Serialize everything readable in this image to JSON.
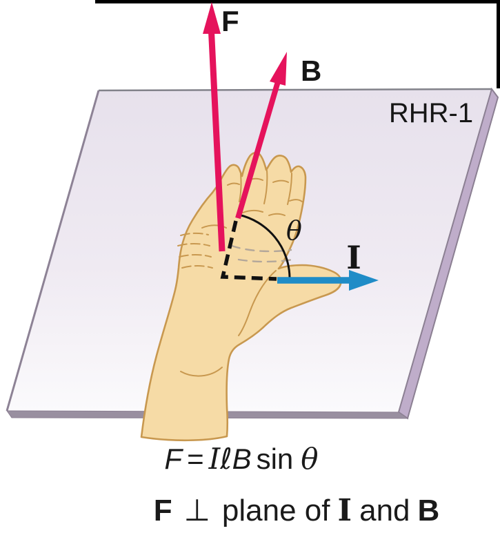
{
  "figure": {
    "plane_label": "RHR-1",
    "vector_labels": {
      "force": "F",
      "magnetic_field": "B",
      "current": "I",
      "angle": "θ"
    },
    "formula": {
      "force": "F",
      "equals": "=",
      "current": "I",
      "length": "ℓ",
      "field": "B",
      "sin": "sin",
      "theta": "θ"
    },
    "caption": {
      "force": "F",
      "perpendicular": "⊥",
      "plane_of": "plane of",
      "current": "I",
      "and": "and",
      "field": "B"
    },
    "colors": {
      "vector_pink": "#e5135c",
      "current_blue": "#1f8cc7",
      "hand_fill": "#f6dba6",
      "hand_outline": "#c8984f",
      "plane_face_top": "#e7e1ec",
      "plane_face_bottom": "#fbfafc",
      "plane_side_right": "#bfadca",
      "plane_side_bottom": "#998fa0",
      "annotation_black": "#111111"
    }
  }
}
